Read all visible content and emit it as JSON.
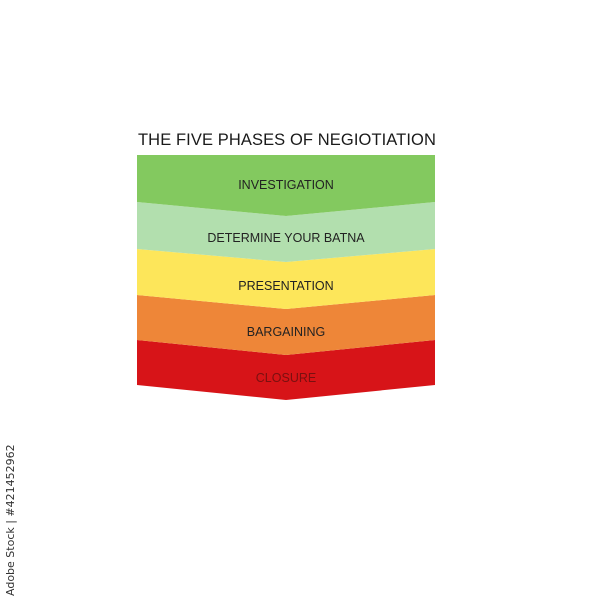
{
  "title": "THE FIVE PHASES OF NEGIOTIATION",
  "phases": [
    {
      "label": "INVESTIGATION",
      "color": "#83c95f"
    },
    {
      "label": "DETERMINE YOUR BATNA",
      "color": "#b2dfae"
    },
    {
      "label": "PRESENTATION",
      "color": "#fde65a"
    },
    {
      "label": "BARGAINING",
      "color": "#ee8638"
    },
    {
      "label": "CLOSURE",
      "color": "#d71418"
    }
  ],
  "credit": "Adobe Stock | #421452962"
}
